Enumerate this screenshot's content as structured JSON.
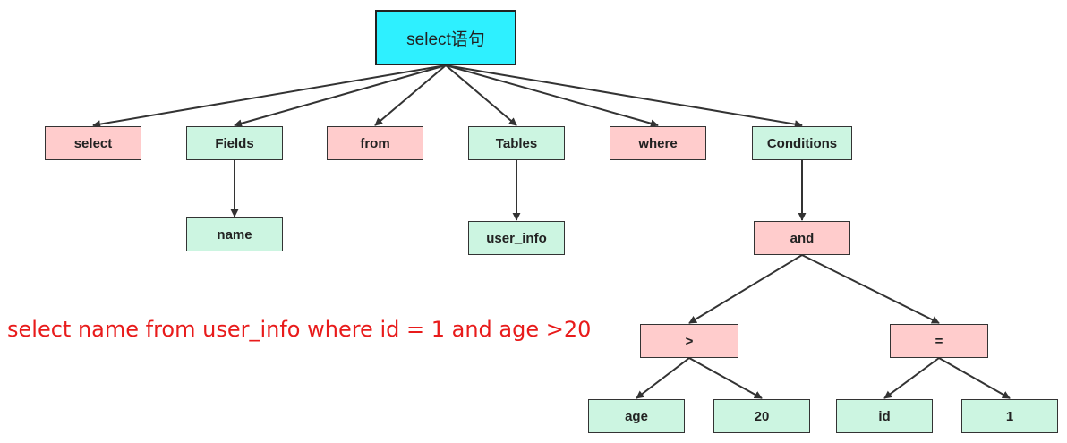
{
  "colors": {
    "root_fill": "#2ef0ff",
    "keyword_fill": "#ffcccc",
    "value_fill": "#ccf5e1",
    "edge": "#333333",
    "caption": "#e81b1b"
  },
  "sql_statement": "select name from user_info where id = 1 and age >20",
  "nodes": {
    "root": "select语句",
    "select": "select",
    "fields": "Fields",
    "from": "from",
    "tables": "Tables",
    "where": "where",
    "conditions": "Conditions",
    "name": "name",
    "user_info": "user_info",
    "and": "and",
    "gt": ">",
    "eq": "=",
    "age": "age",
    "num20": "20",
    "id": "id",
    "num1": "1"
  },
  "edges": [
    [
      "root",
      "select"
    ],
    [
      "root",
      "fields"
    ],
    [
      "root",
      "from"
    ],
    [
      "root",
      "tables"
    ],
    [
      "root",
      "where"
    ],
    [
      "root",
      "conditions"
    ],
    [
      "fields",
      "name"
    ],
    [
      "tables",
      "user_info"
    ],
    [
      "conditions",
      "and"
    ],
    [
      "and",
      "gt"
    ],
    [
      "and",
      "eq"
    ],
    [
      "gt",
      "age"
    ],
    [
      "gt",
      "num20"
    ],
    [
      "eq",
      "id"
    ],
    [
      "eq",
      "num1"
    ]
  ]
}
